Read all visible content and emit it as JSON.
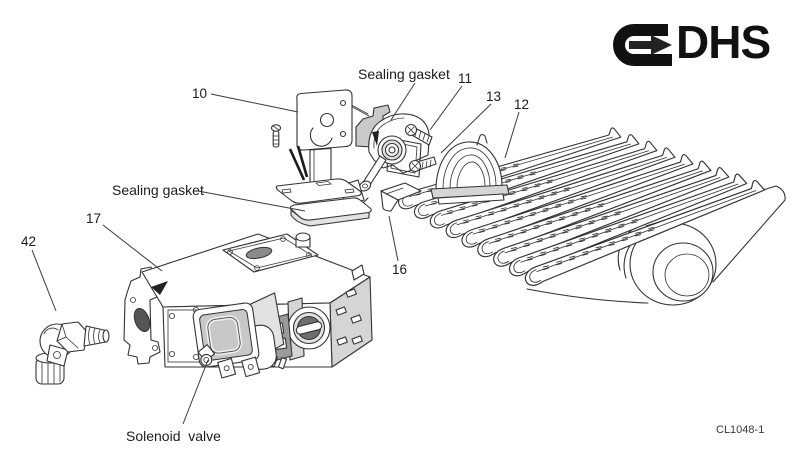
{
  "logo": {
    "text": "DHS"
  },
  "doc_number": "CL1048-1",
  "callouts": {
    "c10": {
      "text": "10"
    },
    "c11": {
      "text": "11"
    },
    "c12": {
      "text": "12"
    },
    "c13": {
      "text": "13"
    },
    "c16": {
      "text": "16"
    },
    "c17": {
      "text": "17"
    },
    "c42": {
      "text": "42"
    },
    "sealing_gasket_top": {
      "text": "Sealing gasket"
    },
    "sealing_gasket_left": {
      "text": "Sealing gasket"
    },
    "solenoid_valve": {
      "text": "Solenoid  valve"
    }
  }
}
